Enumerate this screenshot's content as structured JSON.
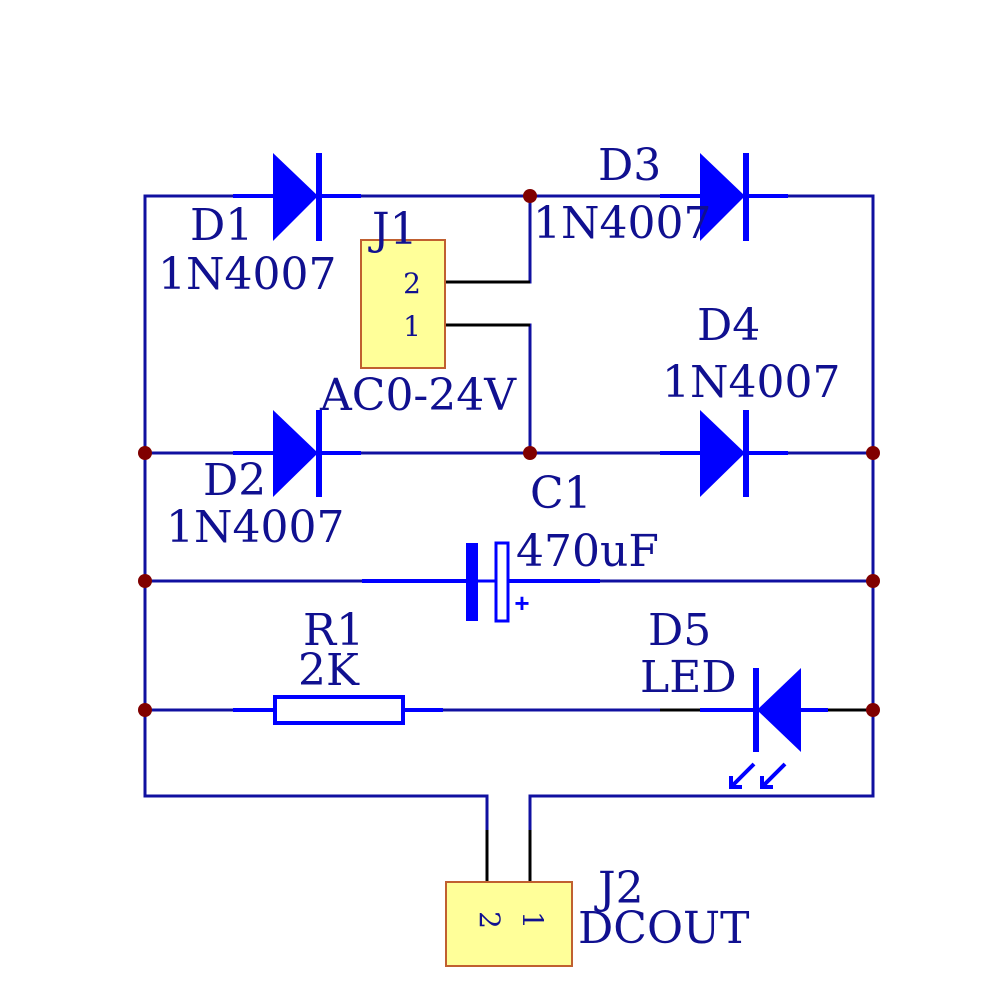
{
  "colors": {
    "wire": "#1010a0",
    "component": "#0000ff",
    "text": "#101090",
    "junction": "#800000",
    "lead": "#000000",
    "connector_fill": "#ffff99",
    "connector_border": "#c06030"
  },
  "components": {
    "d1": {
      "ref": "D1",
      "value": "1N4007"
    },
    "d2": {
      "ref": "D2",
      "value": "1N4007"
    },
    "d3": {
      "ref": "D3",
      "value": "1N4007"
    },
    "d4": {
      "ref": "D4",
      "value": "1N4007"
    },
    "d5": {
      "ref": "D5",
      "value": "LED"
    },
    "c1": {
      "ref": "C1",
      "value": "470uF",
      "polarity_mark": "+"
    },
    "r1": {
      "ref": "R1",
      "value": "2K"
    },
    "j1": {
      "ref": "J1",
      "value": "AC0-24V",
      "pins": [
        "2",
        "1"
      ]
    },
    "j2": {
      "ref": "J2",
      "value": "DCOUT",
      "pins": [
        "2",
        "1"
      ]
    }
  }
}
